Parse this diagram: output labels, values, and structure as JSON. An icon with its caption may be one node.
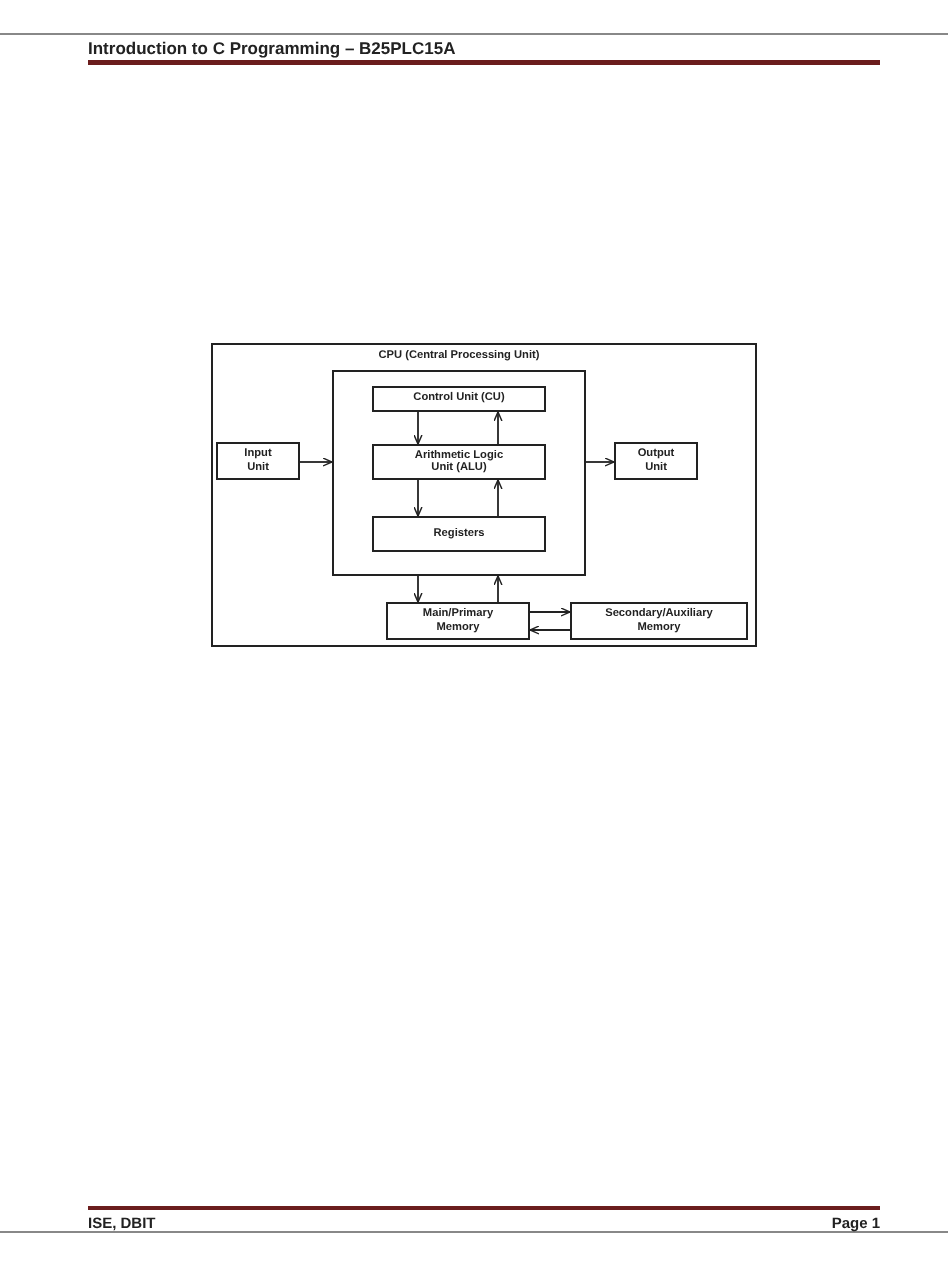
{
  "diagram": {
    "nodes": [
      {
        "text": [
          "CPU (Central Processing Unit)"
        ]
      },
      {
        "text": [
          "Control Unit (CU)"
        ],
        "in": 0
      },
      {
        "text": [
          "Arithmetic Logic Unit (ALU)"
        ],
        "in": 0
      },
      {
        "text": [
          "Registers"
        ],
        "in": 0
      },
      {
        "text": [
          "Input Unit"
        ]
      },
      {
        "text": [
          "Output Unit"
        ]
      },
      {
        "text": [
          "Main/Primary Memory"
        ]
      },
      {
        "text": [
          "Secondary/Auxiliary Memory"
        ]
      }
    ],
    "edges": [
      {
        "from": 1,
        "to": 2,
        "arrow": "to"
      },
      {
        "from": 2,
        "to": 1,
        "arrow": "to"
      },
      {
        "from": 2,
        "to": 3,
        "arrow": "to"
      },
      {
        "from": 3,
        "to": 2,
        "arrow": "to"
      },
      {
        "from": 4,
        "to": 0,
        "arrow": "to"
      },
      {
        "from": 0,
        "to": 5,
        "arrow": "to"
      },
      {
        "from": 0,
        "to": 6,
        "arrow": "to"
      },
      {
        "from": 6,
        "to": 0,
        "arrow": "to"
      },
      {
        "from": 6,
        "to": 7,
        "arrow": "to"
      },
      {
        "from": 7,
        "to": 6,
        "arrow": "to"
      }
    ],
    "labels": [
      "Introduction to C Programming – B25PLC15A",
      "ISE, DBIT",
      "Page 1"
    ]
  }
}
